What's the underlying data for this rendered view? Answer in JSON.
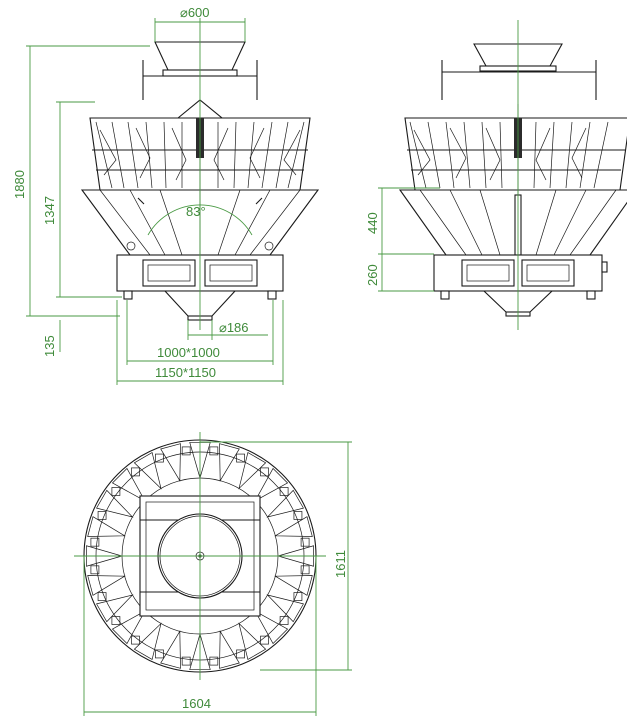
{
  "dimensions": {
    "hopper_diameter": "⌀600",
    "total_height": "1880",
    "bucket_height": "1347",
    "cone_angle": "83°",
    "outlet_diameter": "⌀186",
    "leg_height": "135",
    "base_inner": "1000*1000",
    "base_outer": "1150*1150",
    "side_upper": "440",
    "side_lower": "260",
    "top_depth": "1611",
    "top_width": "1604"
  },
  "colors": {
    "dimension": "#4a9a44",
    "ink": "#1a1a1a"
  }
}
